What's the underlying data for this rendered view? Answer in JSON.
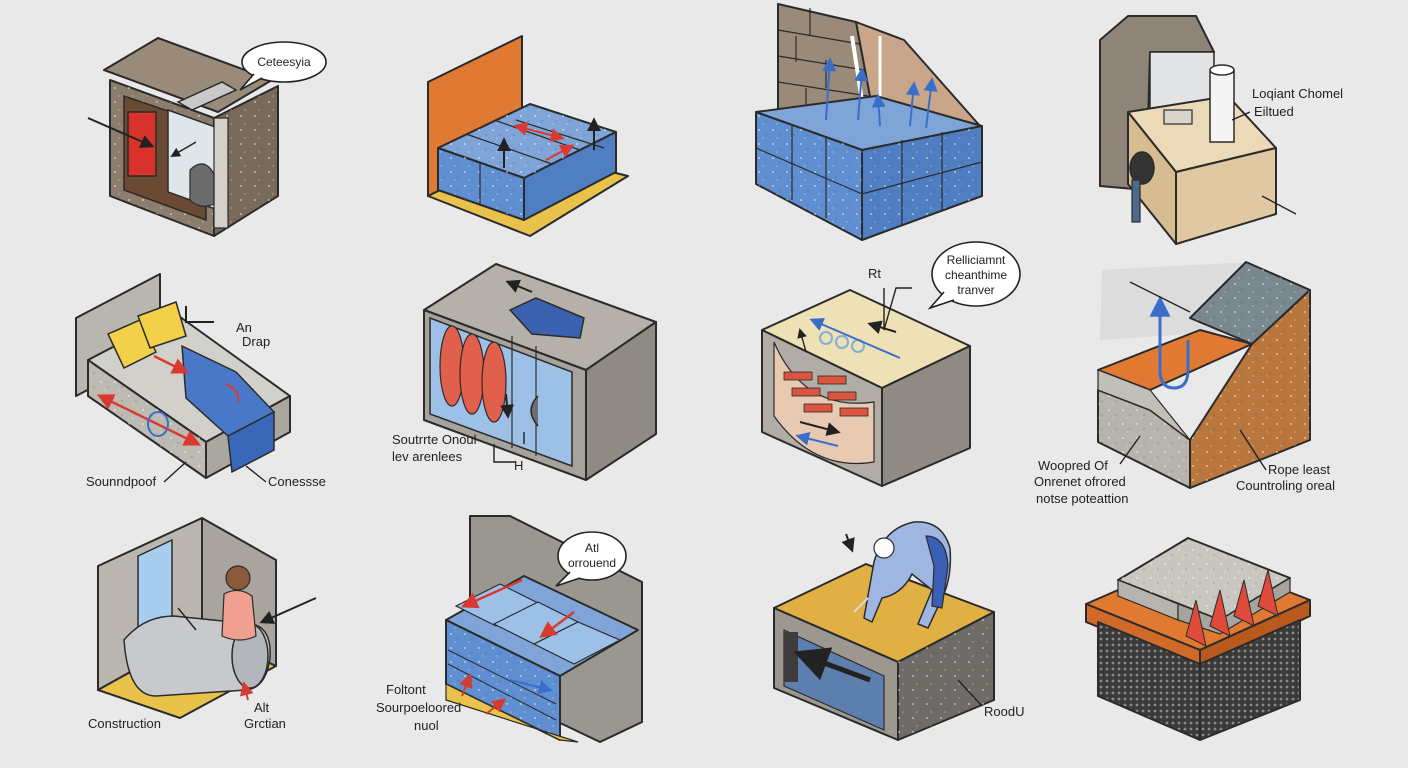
{
  "colors": {
    "background": "#e9e9e9",
    "concrete": "#b9b6b0",
    "wall_brown": "#8a7a6a",
    "insulation_blue": "#5f8fd0",
    "membrane_yellow": "#e8c24a",
    "accent_orange": "#e07a32",
    "arrow_red": "#d93a2f",
    "arrow_blue": "#3a6fc9",
    "dark_edge": "#2b2b2b"
  },
  "panels": {
    "p1": {
      "bubble": "Ceteesyia",
      "icon": "room-cutaway-icon"
    },
    "p2": {
      "icon": "insulation-blocks-icon"
    },
    "p3": {
      "icon": "brick-wall-icon"
    },
    "p4": {
      "label_line1": "Loqiant Chomel",
      "label_line2": "Eiltued",
      "icon": "duct-box-icon"
    },
    "p5": {
      "label_top_line1": "An",
      "label_top_line2": "Drap",
      "label_left": "Sounndpoof",
      "label_right": "Conessse",
      "icon": "mattress-icon"
    },
    "p6": {
      "label_line1": "Soutrrte Onoul",
      "label_line2": "lev arenlees",
      "label_mark": "H",
      "icon": "cabinet-icon"
    },
    "p7": {
      "mark": "Rt",
      "bubble_line1": "Relliciamnt",
      "bubble_line2": "cheanthime",
      "bubble_line3": "tranver",
      "icon": "trough-icon"
    },
    "p8": {
      "left_line1": "Woopred Of",
      "left_line2": "Onrenet ofrored",
      "left_line3": "notse poteattion",
      "right_line1": "Rope least",
      "right_line2": "Countroling oreal",
      "icon": "footing-icon"
    },
    "p9": {
      "label_left": "Construction",
      "label_right_line1": "Alt",
      "label_right_line2": "Grctian",
      "icon": "worker-roll-icon"
    },
    "p10": {
      "bubble_line1": "Atl",
      "bubble_line2": "orrouend",
      "label_line1": "Foltont",
      "label_line2": "Sourpoeloored",
      "label_line3": "nuol",
      "icon": "layered-blocks-icon"
    },
    "p11": {
      "label": "RoodU",
      "icon": "worker-pit-icon"
    },
    "p12": {
      "icon": "baffle-block-icon"
    }
  }
}
